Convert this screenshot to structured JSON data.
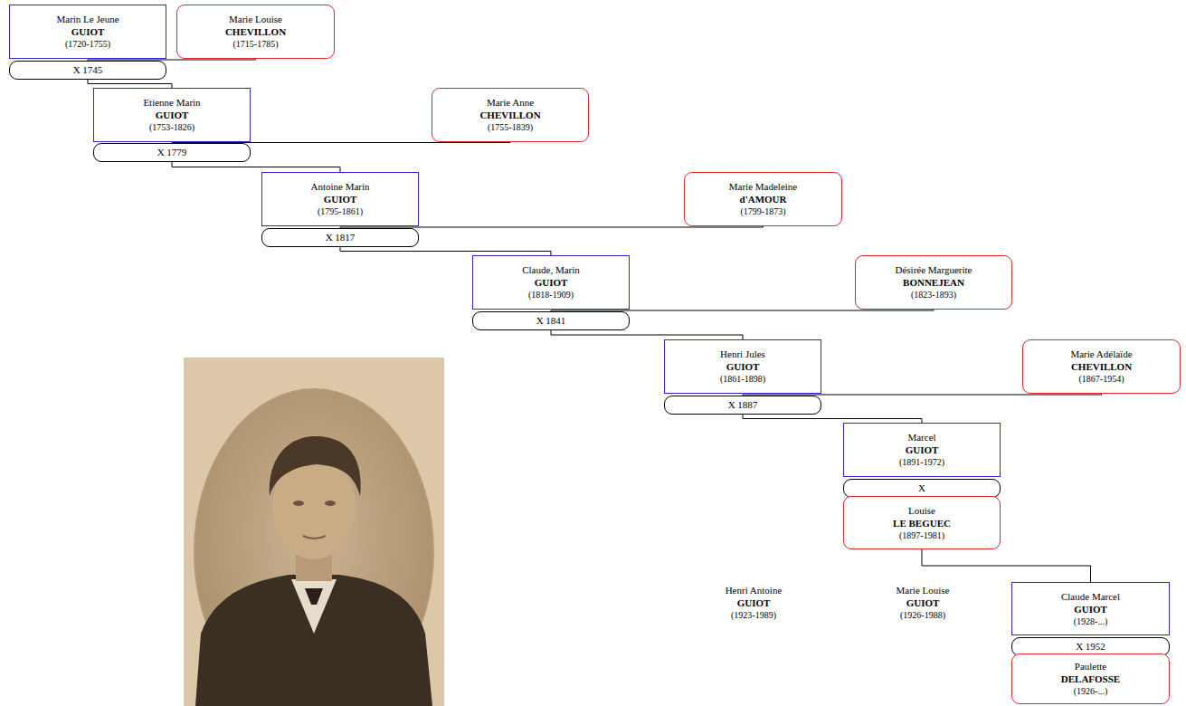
{
  "diagram": {
    "nodes": [
      {
        "text": [
          "Marin Le Jeune",
          "GUIOT",
          "(1720-1755)"
        ]
      },
      {
        "text": [
          "Marie Louise",
          "CHEVILLON",
          "(1715-1785)"
        ]
      },
      {
        "text": [
          "X 1745"
        ]
      },
      {
        "text": [
          "Etienne Marin",
          "GUIOT",
          "(1753-1826)"
        ]
      },
      {
        "text": [
          "X 1779"
        ]
      },
      {
        "text": [
          "Marie Anne",
          "CHEVILLON",
          "(1755-1839)"
        ]
      },
      {
        "text": [
          "Antoine Marin",
          "GUIOT",
          "(1795-1861)"
        ]
      },
      {
        "text": [
          "X 1817"
        ]
      },
      {
        "text": [
          "Marie Madeleine",
          "d'AMOUR",
          "(1799-1873)"
        ]
      },
      {
        "text": [
          "Claude, Marin",
          "GUIOT",
          "(1818-1909)"
        ]
      },
      {
        "text": [
          "X 1841"
        ]
      },
      {
        "text": [
          "Désirée Marguerite",
          "BONNEJEAN",
          "(1823-1893)"
        ]
      },
      {
        "text": [
          "Henri Jules",
          "GUIOT",
          "(1861-1898)"
        ]
      },
      {
        "text": [
          "X 1887"
        ]
      },
      {
        "text": [
          "Marie Adélaïde",
          "CHEVILLON",
          "(1867-1954)"
        ]
      },
      {
        "text": [
          "Marcel",
          "GUIOT",
          "(1891-1972)"
        ]
      },
      {
        "text": [
          "X"
        ]
      },
      {
        "text": [
          "Louise",
          "LE BEGUEC",
          "(1897-1981)"
        ]
      },
      {
        "text": [
          "Claude Marcel",
          "GUIOT",
          "(1928-...)"
        ]
      },
      {
        "text": [
          "X 1952"
        ]
      },
      {
        "text": [
          "Paulette",
          "DELAFOSSE",
          "(1926-...)"
        ]
      }
    ],
    "edges": [
      {
        "from": 1,
        "to": 2,
        "arrow": "none"
      },
      {
        "from": 2,
        "to": 3,
        "arrow": "none"
      },
      {
        "from": 5,
        "to": 4,
        "arrow": "none"
      },
      {
        "from": 4,
        "to": 6,
        "arrow": "none"
      },
      {
        "from": 8,
        "to": 7,
        "arrow": "none"
      },
      {
        "from": 7,
        "to": 9,
        "arrow": "none"
      },
      {
        "from": 11,
        "to": 10,
        "arrow": "none"
      },
      {
        "from": 10,
        "to": 12,
        "arrow": "none"
      },
      {
        "from": 14,
        "to": 13,
        "arrow": "none"
      },
      {
        "from": 13,
        "to": 15,
        "arrow": "none"
      },
      {
        "from": 17,
        "to": 18,
        "arrow": "none"
      }
    ],
    "labels": [
      "Henri Antoine",
      "GUIOT",
      "(1923-1989)",
      "Marie Louise",
      "GUIOT",
      "(1926-1988)"
    ]
  }
}
